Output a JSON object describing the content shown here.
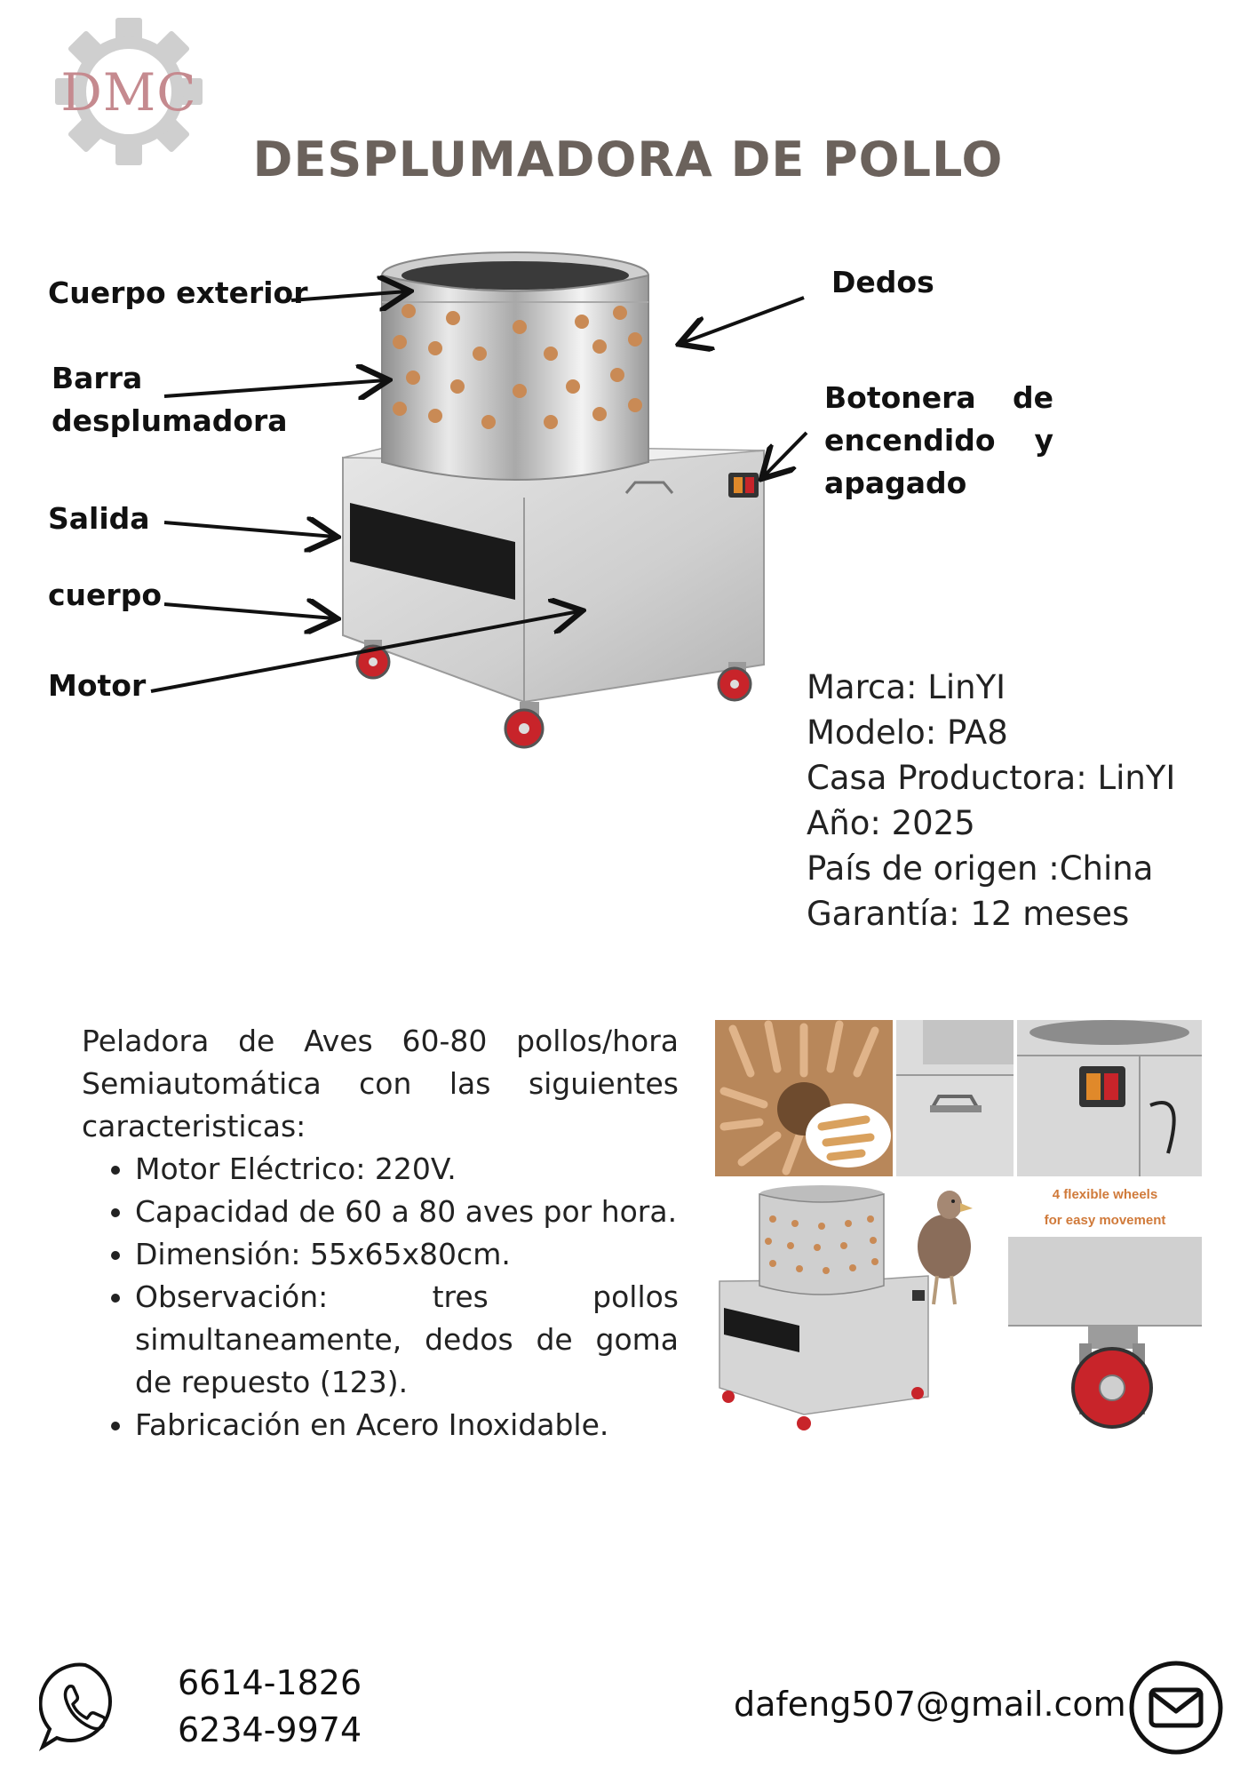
{
  "logo": {
    "text": "DMC"
  },
  "title": "DESPLUMADORA DE POLLO",
  "callouts": {
    "cuerpo_exterior": "Cuerpo exterior",
    "barra_1": "Barra",
    "barra_2": "desplumadora",
    "salida": "Salida",
    "cuerpo": "cuerpo",
    "motor": "Motor",
    "dedos": "Dedos",
    "botonera_1a": "Botonera",
    "botonera_1b": "de",
    "botonera_2a": "encendido",
    "botonera_2b": "y",
    "botonera_3": "apagado"
  },
  "specs": [
    "Marca: LinYI",
    "Modelo: PA8",
    "Casa Productora: LinYI",
    "Año: 2025",
    "País de origen :China",
    "Garantía: 12 meses"
  ],
  "description": {
    "intro": "Peladora de Aves 60-80 pollos/hora Semiautomática con las siguientes caracteristicas:",
    "bullets": [
      "Motor Eléctrico: 220V.",
      "Capacidad de 60 a 80 aves por hora.",
      "Dimensión: 55x65x80cm.",
      "Observación: tres pollos simultaneamente, dedos de goma de repuesto (123).",
      "Fabricación en Acero Inoxidable."
    ]
  },
  "collage": {
    "caption_1": "4 flexible wheels",
    "caption_2": "for easy movement"
  },
  "contact": {
    "phone_1": "6614-1826",
    "phone_2": "6234-9974",
    "email": "dafeng507@gmail.com"
  },
  "icons": {
    "logo": "gear-logo-icon",
    "phone": "whatsapp-phone-icon",
    "email": "envelope-icon"
  },
  "colors": {
    "title": "#6b625c",
    "logo_text": "#c58a8f",
    "gear": "#cfcfcf",
    "finger": "#c98a55",
    "wheel": "#c8242a"
  }
}
